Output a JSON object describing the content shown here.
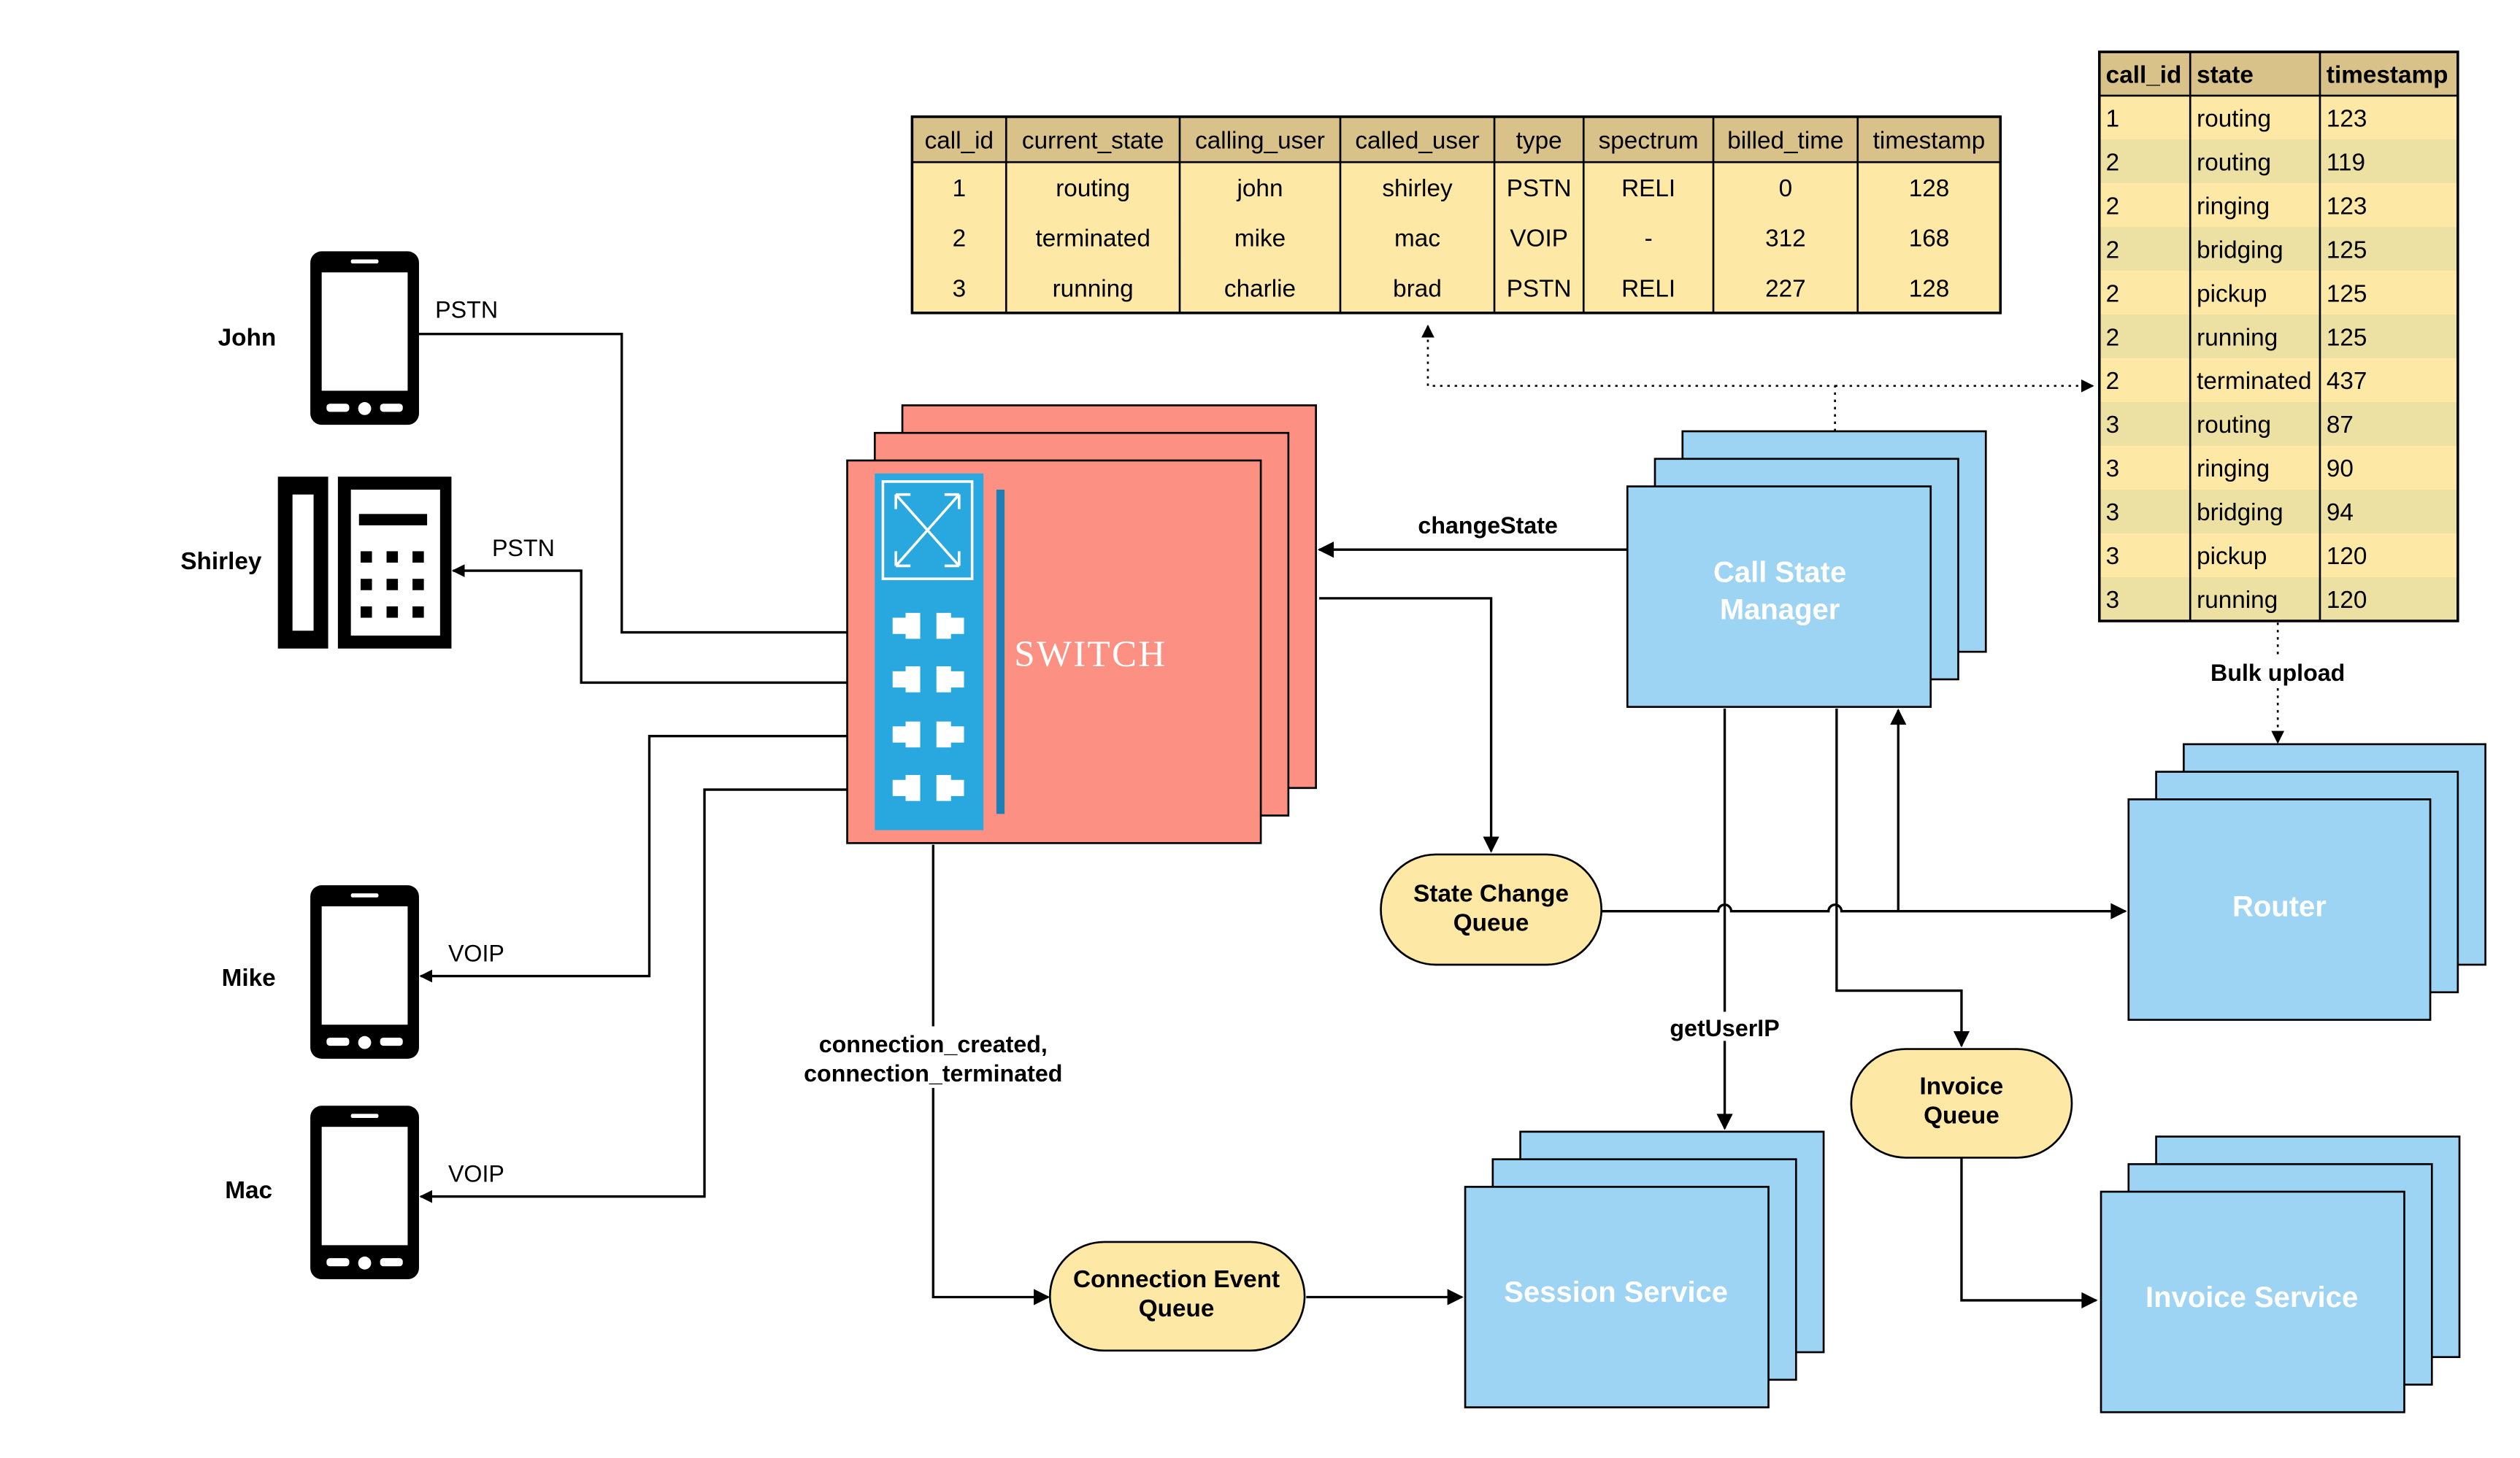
{
  "phones": [
    {
      "name": "John",
      "link": "PSTN"
    },
    {
      "name": "Shirley",
      "link": "PSTN"
    },
    {
      "name": "Mike",
      "link": "VOIP"
    },
    {
      "name": "Mac",
      "link": "VOIP"
    }
  ],
  "switch": {
    "label": "SWITCH"
  },
  "services": {
    "call_state_manager": [
      "Call State",
      "Manager"
    ],
    "router": "Router",
    "session_service": "Session Service",
    "invoice_service": "Invoice Service"
  },
  "queues": {
    "state_change": [
      "State Change",
      "Queue"
    ],
    "connection_event": [
      "Connection Event",
      "Queue"
    ],
    "invoice": [
      "Invoice",
      "Queue"
    ]
  },
  "edges": {
    "change_state": "changeState",
    "get_user_ip": "getUserIP",
    "bulk_upload": "Bulk upload",
    "connection_events": [
      "connection_created,",
      "connection_terminated"
    ]
  },
  "calls_table": {
    "headers": [
      "call_id",
      "current_state",
      "calling_user",
      "called_user",
      "type",
      "spectrum",
      "billed_time",
      "timestamp"
    ],
    "rows": [
      [
        "1",
        "routing",
        "john",
        "shirley",
        "PSTN",
        "RELI",
        "0",
        "128"
      ],
      [
        "2",
        "terminated",
        "mike",
        "mac",
        "VOIP",
        "-",
        "312",
        "168"
      ],
      [
        "3",
        "running",
        "charlie",
        "brad",
        "PSTN",
        "RELI",
        "227",
        "128"
      ]
    ]
  },
  "states_table": {
    "headers": [
      "call_id",
      "state",
      "timestamp"
    ],
    "rows": [
      [
        "1",
        "routing",
        "123"
      ],
      [
        "2",
        "routing",
        "119"
      ],
      [
        "2",
        "ringing",
        "123"
      ],
      [
        "2",
        "bridging",
        "125"
      ],
      [
        "2",
        "pickup",
        "125"
      ],
      [
        "2",
        "running",
        "125"
      ],
      [
        "2",
        "terminated",
        "437"
      ],
      [
        "3",
        "routing",
        "87"
      ],
      [
        "3",
        "ringing",
        "90"
      ],
      [
        "3",
        "bridging",
        "94"
      ],
      [
        "3",
        "pickup",
        "120"
      ],
      [
        "3",
        "running",
        "120"
      ]
    ]
  },
  "colors": {
    "switch_fill": "#fc9082",
    "switch_panel": "#29a7df",
    "service_fill": "#9dd3f3",
    "queue_fill": "#fde9a5",
    "table_header": "#d8c28a",
    "table_row": "#fde9a5",
    "table_row_alt": "#ede0a3"
  }
}
